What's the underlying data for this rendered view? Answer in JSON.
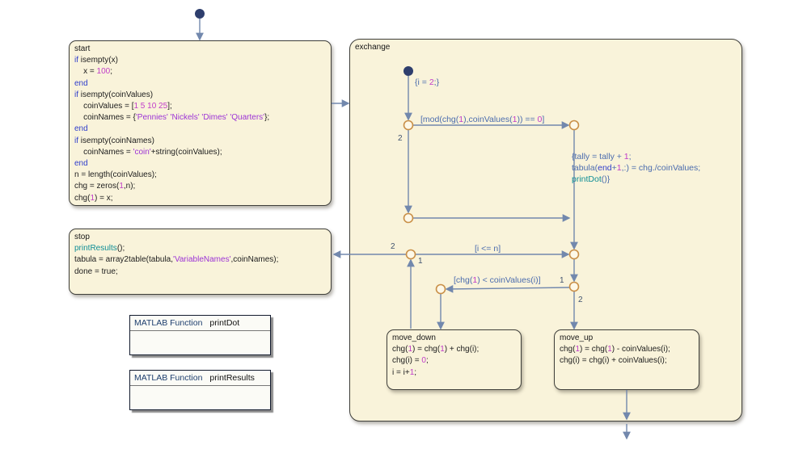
{
  "colors": {
    "state_fill": "#f9f3da",
    "state_border": "#3f3f3a",
    "transition": "#7288ad",
    "junction_stroke": "#c98f47",
    "junction_fill": "#fdf8e8",
    "initial_dot": "#2e3e6d",
    "keyword": "#2f3ecb",
    "number": "#c13bc9",
    "string": "#9c33d6",
    "function": "#0f8e96",
    "label_blue": "#4b6cae",
    "code_text": "#1d1d1d",
    "branch_label": "#41536f",
    "block_fill": "#fbfbf6",
    "block_border": "#131b2e",
    "block_title": "#1d3e6e"
  },
  "states": {
    "start": {
      "title": "start",
      "code": [
        [
          [
            "k",
            "if "
          ],
          [
            "t",
            "isempty(x)"
          ]
        ],
        [
          [
            "t",
            "    x = "
          ],
          [
            "n",
            "100"
          ],
          [
            "t",
            ";"
          ]
        ],
        [
          [
            "k",
            "end"
          ]
        ],
        [
          [
            "k",
            "if "
          ],
          [
            "t",
            "isempty(coinValues)"
          ]
        ],
        [
          [
            "t",
            "    coinValues = ["
          ],
          [
            "n",
            "1 5 10 25"
          ],
          [
            "t",
            "];"
          ]
        ],
        [
          [
            "t",
            "    coinNames = {"
          ],
          [
            "s",
            "'Pennies' 'Nickels' 'Dimes' 'Quarters'"
          ],
          [
            "t",
            "};"
          ]
        ],
        [
          [
            "k",
            "end"
          ]
        ],
        [
          [
            "k",
            "if "
          ],
          [
            "t",
            "isempty(coinNames)"
          ]
        ],
        [
          [
            "t",
            "    coinNames = "
          ],
          [
            "s",
            "'coin'"
          ],
          [
            "t",
            "+string(coinValues);"
          ]
        ],
        [
          [
            "k",
            "end"
          ]
        ],
        [
          [
            "t",
            "n = length(coinValues);"
          ]
        ],
        [
          [
            "t",
            "chg = zeros("
          ],
          [
            "n",
            "1"
          ],
          [
            "t",
            ",n);"
          ]
        ],
        [
          [
            "t",
            "chg("
          ],
          [
            "n",
            "1"
          ],
          [
            "t",
            ") = x;"
          ]
        ]
      ]
    },
    "exchange": {
      "title": "exchange"
    },
    "stop": {
      "title": "stop",
      "code": [
        [
          [
            "f",
            "printResults"
          ],
          [
            "t",
            "();"
          ]
        ],
        [
          [
            "t",
            "tabula = array2table(tabula,"
          ],
          [
            "s",
            "'VariableNames'"
          ],
          [
            "t",
            ",coinNames);"
          ]
        ],
        [
          [
            "t",
            "done = true;"
          ]
        ]
      ]
    },
    "move_down": {
      "title": "move_down",
      "code": [
        [
          [
            "t",
            "chg("
          ],
          [
            "n",
            "1"
          ],
          [
            "t",
            ") = chg("
          ],
          [
            "n",
            "1"
          ],
          [
            "t",
            ") + chg(i);"
          ]
        ],
        [
          [
            "t",
            "chg(i) = "
          ],
          [
            "n",
            "0"
          ],
          [
            "t",
            ";"
          ]
        ],
        [
          [
            "t",
            "i = i+"
          ],
          [
            "n",
            "1"
          ],
          [
            "t",
            ";"
          ]
        ]
      ]
    },
    "move_up": {
      "title": "move_up",
      "code": [
        [
          [
            "t",
            "chg("
          ],
          [
            "n",
            "1"
          ],
          [
            "t",
            ") = chg("
          ],
          [
            "n",
            "1"
          ],
          [
            "t",
            ") - coinValues(i);"
          ]
        ],
        [
          [
            "t",
            "chg(i) = chg(i) + coinValues(i);"
          ]
        ]
      ]
    }
  },
  "labels": {
    "init": [
      [
        [
          "l",
          "{i = "
        ],
        [
          "n",
          "2"
        ],
        [
          "l",
          ";}"
        ]
      ]
    ],
    "mod": [
      [
        [
          "l",
          "[mod(chg("
        ],
        [
          "n",
          "1"
        ],
        [
          "l",
          "),coinValues("
        ],
        [
          "n",
          "1"
        ],
        [
          "l",
          ")) == "
        ],
        [
          "n",
          "0"
        ],
        [
          "l",
          "]"
        ]
      ]
    ],
    "tally": [
      [
        [
          "l",
          "{tally = tally + "
        ],
        [
          "n",
          "1"
        ],
        [
          "l",
          ";"
        ]
      ],
      [
        [
          "l",
          "tabula("
        ],
        [
          "k",
          "end"
        ],
        [
          "l",
          "+"
        ],
        [
          "n",
          "1"
        ],
        [
          "l",
          ",:) = chg./coinValues;"
        ]
      ],
      [
        [
          "f",
          "printDot"
        ],
        [
          "l",
          "()}"
        ]
      ]
    ],
    "ilen": [
      [
        [
          "l",
          "[i <= n]"
        ]
      ]
    ],
    "chg": [
      [
        [
          "l",
          "[chg("
        ],
        [
          "n",
          "1"
        ],
        [
          "l",
          ") < coinValues(i)]"
        ]
      ]
    ]
  },
  "branches": {
    "j1_down": "2",
    "jm_to_stop": "2",
    "jm_to_right": "1",
    "j5_left": "1",
    "j5_down": "2"
  },
  "blocks": {
    "printdot": {
      "kind": "MATLAB Function",
      "name": "printDot"
    },
    "printresults": {
      "kind": "MATLAB Function",
      "name": "printResults"
    }
  }
}
